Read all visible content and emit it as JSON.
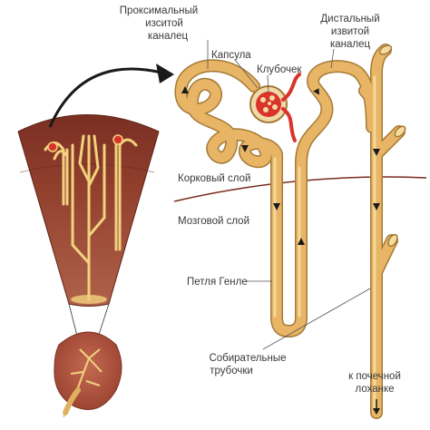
{
  "labels": {
    "proximal_line1": "Проксимальный",
    "proximal_line2": "изситой",
    "proximal_line3": "каналец",
    "capsule": "Капсула",
    "glomerulus": "Клубочек",
    "distal_line1": "Дистальный",
    "distal_line2": "извитой",
    "distal_line3": "каналец",
    "cortex": "Корковый слой",
    "medulla": "Мозговой слой",
    "henle_loop": "Петля Генле",
    "collecting_line1": "Собирательные",
    "collecting_line2": "трубочки",
    "pelvis_line1": "к почечной",
    "pelvis_line2": "лоханке"
  },
  "colors": {
    "tubule": "#e8b566",
    "tubule_outline": "#a57a35",
    "tubule_highlight": "#f6dba0",
    "cortex_tissue": "#8b3a2a",
    "medulla_tissue": "#a4533c",
    "boundary_line": "#7a2a1e",
    "vessel_red": "#d9342b",
    "kidney_outer": "#c8806a"
  }
}
